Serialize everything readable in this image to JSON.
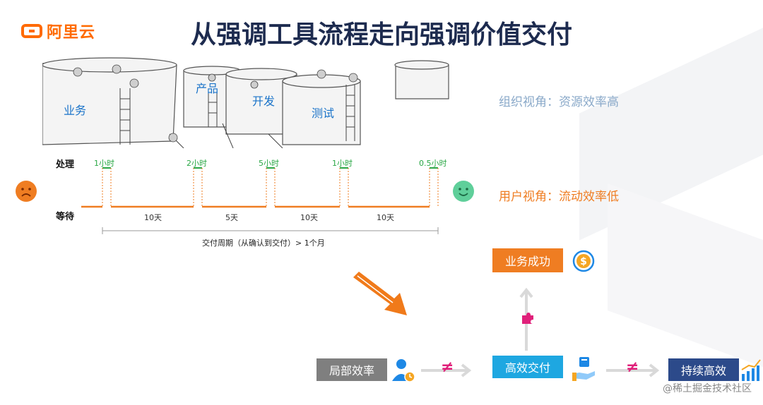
{
  "brand": {
    "logo_text": "阿里云",
    "accent": "#ff6a00"
  },
  "title": "从强调工具流程走向强调价值交付",
  "silos": {
    "labels": [
      "业务",
      "产品",
      "开发",
      "测试"
    ]
  },
  "perspectives": {
    "org": {
      "text": "组织视角：资源效率高",
      "color": "#8aa9c9"
    },
    "user": {
      "text": "用户视角：流动效率低",
      "color": "#ef7d22"
    }
  },
  "timeline": {
    "row_process": "处理",
    "row_wait": "等待",
    "process_labels": [
      "1小时",
      "2小时",
      "5小时",
      "1小时",
      "0.5小时"
    ],
    "wait_labels": [
      "10天",
      "5天",
      "10天",
      "10天"
    ],
    "cycle_label": "交付周期（从确认到交付）> 1个月",
    "wait_color": "#ef7d22",
    "process_color": "#2aa745"
  },
  "flow": {
    "local": "局部效率",
    "delivery": "高效交付",
    "sustain": "持续高效",
    "success": "业务成功",
    "neq": "≠",
    "colors": {
      "local": "#7f7f7f",
      "delivery": "#1ea7e1",
      "sustain": "#2c4a8a",
      "success": "#ef7d22",
      "neq": "#e0207a"
    }
  },
  "watermark": "@稀土掘金技术社区"
}
